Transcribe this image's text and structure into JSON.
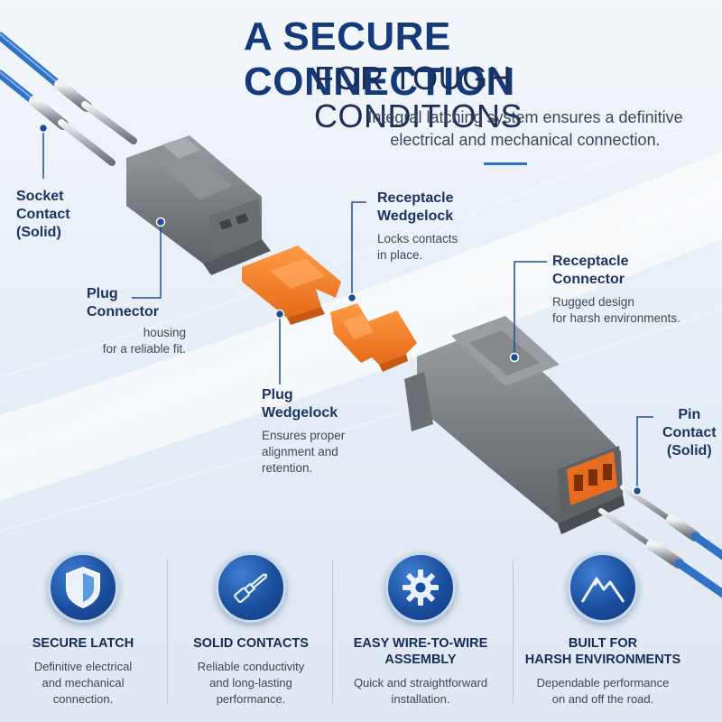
{
  "header": {
    "title_line1": "A SECURE CONNECTION",
    "title_line2": "FOR TOUGH CONDITIONS",
    "subtitle_line1": "Integral latching system ensures a definitive",
    "subtitle_line2": "electrical and mechanical connection."
  },
  "callouts": {
    "socket_contact": {
      "line1": "Socket",
      "line2": "Contact",
      "line3": "(Solid)"
    },
    "plug_connector": {
      "line1": "Plug",
      "line2": "Connector",
      "desc1": "housing",
      "desc2": "for a reliable fit."
    },
    "receptacle_wedgelock": {
      "line1": "Receptacle",
      "line2": "Wedgelock",
      "desc1": "Locks contacts",
      "desc2": "in place."
    },
    "receptacle_connector": {
      "line1": "Receptacle",
      "line2": "Connector",
      "desc1": "Rugged design",
      "desc2": "for harsh environments."
    },
    "plug_wedgelock": {
      "line1": "Plug",
      "line2": "Wedgelock",
      "desc1": "Ensures proper",
      "desc2": "alignment and",
      "desc3": "retention."
    },
    "pin_contact": {
      "line1": "Pin",
      "line2": "Contact",
      "line3": "(Solid)"
    }
  },
  "features": [
    {
      "icon": "shield-icon",
      "title1": "SECURE LATCH",
      "title2": "",
      "desc1": "Definitive electrical",
      "desc2": "and mechanical",
      "desc3": "connection."
    },
    {
      "icon": "pin-contact-icon",
      "title1": "SOLID CONTACTS",
      "title2": "",
      "desc1": "Reliable conductivity",
      "desc2": "and long-lasting",
      "desc3": "performance."
    },
    {
      "icon": "gear-icon",
      "title1": "EASY WIRE-TO-WIRE",
      "title2": "ASSEMBLY",
      "desc1": "Quick and straightforward",
      "desc2": "installation.",
      "desc3": ""
    },
    {
      "icon": "mountain-icon",
      "title1": "BUILT FOR",
      "title2": "HARSH ENVIRONMENTS",
      "desc1": "Dependable performance",
      "desc2": "on and off the road.",
      "desc3": ""
    }
  ],
  "colors": {
    "accent_blue": "#1b4e9e",
    "title_blue": "#143a7a",
    "wedgelock_orange": "#f07f2a",
    "housing_gray": "#7c7f84",
    "wire_blue": "#2f72c6"
  }
}
